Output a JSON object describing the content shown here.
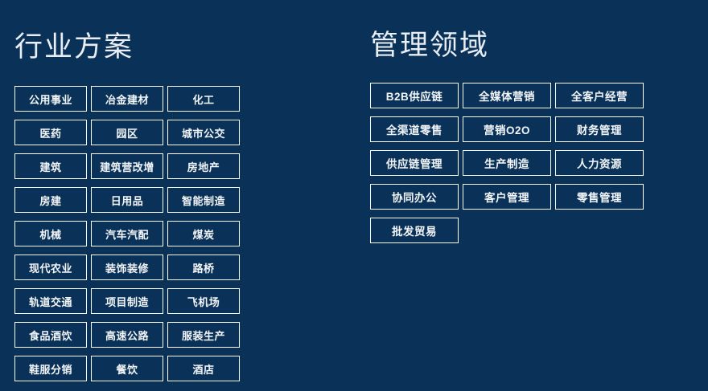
{
  "theme": {
    "background_color": "#0a3158",
    "border_color": "#ffffff",
    "text_color": "#f2f6fa",
    "title_color": "#e8eef4"
  },
  "panels": [
    {
      "id": "industry-solutions",
      "title": "行业方案",
      "columns": 4,
      "tags": [
        "公用事业",
        "冶金建材",
        "化工",
        "医药",
        "园区",
        "城市公交",
        "建筑",
        "建筑营改增",
        "房地产",
        "房建",
        "日用品",
        "智能制造",
        "机械",
        "汽车汽配",
        "煤炭",
        "现代农业",
        "装饰装修",
        "路桥",
        "轨道交通",
        "项目制造",
        "飞机场",
        "食品酒饮",
        "高速公路",
        "服装生产",
        "鞋服分销",
        "餐饮",
        "酒店"
      ]
    },
    {
      "id": "management-domains",
      "title": "管理领域",
      "columns": 3,
      "tags": [
        "B2B供应链",
        "全媒体营销",
        "全客户经营",
        "全渠道零售",
        "营销O2O",
        "财务管理",
        "供应链管理",
        "生产制造",
        "人力资源",
        "协同办公",
        "客户管理",
        "零售管理",
        "批发贸易"
      ]
    }
  ]
}
